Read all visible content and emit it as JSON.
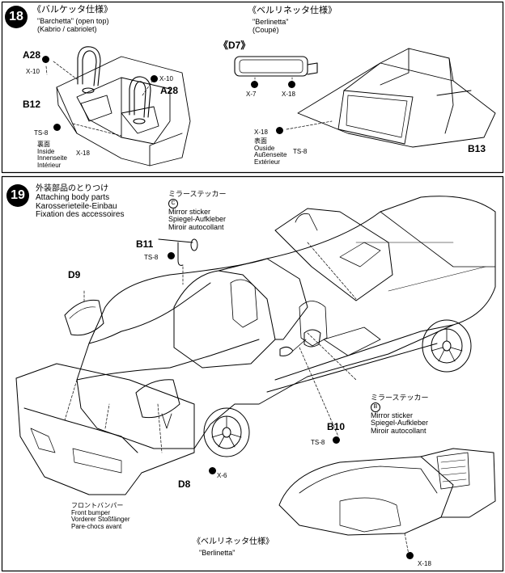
{
  "step18": {
    "number": "18",
    "barchetta": {
      "jp": "《バルケッタ仕様》",
      "en": "\"Barchetta\" (open top)",
      "de": "(Kabrio / cabriolet)"
    },
    "berlinetta": {
      "jp": "《ベルリネッタ仕様》",
      "en": "\"Berlinetta\"",
      "de": "(Coupé)"
    },
    "labels": {
      "a28_left": "A28",
      "x10_left": "X-10",
      "x10_right": "X-10",
      "a28_right": "A28",
      "b12": "B12",
      "ts8_left": "TS-8",
      "x18_left": "X-18",
      "d7": "《D7》",
      "x7": "X-7",
      "x18_mid": "X-18",
      "x18_right": "X-18",
      "ts8_right": "TS-8",
      "b13": "B13"
    },
    "inside_left": [
      "裏面",
      "Inside",
      "Innenseite",
      "Intérieur"
    ],
    "outside_right": [
      "表面",
      "Ouside",
      "Außenseite",
      "Extérieur"
    ]
  },
  "step19": {
    "number": "19",
    "title": [
      "外装部品のとりつけ",
      "Attaching body parts",
      "Karosserieteile-Einbau",
      "Fixation des accessoires"
    ],
    "mirror_c": [
      "ミラーステッカー",
      "Mirror sticker",
      "Spiegel-Aufkleber",
      "Miroir autocollant"
    ],
    "mirror_c_badge": "C",
    "mirror_b": [
      "ミラーステッカー",
      "Mirror sticker",
      "Spiegel-Aufkleber",
      "Miroir autocollant"
    ],
    "mirror_b_badge": "B",
    "labels": {
      "b11": "B11",
      "ts8_a": "TS-8",
      "d9": "D9",
      "b10": "B10",
      "ts8_b": "TS-8",
      "d8": "D8",
      "x6": "X-6",
      "x18": "X-18"
    },
    "front_bumper": [
      "フロントバンパー",
      "Front bumper",
      "Vorderer Stoßfänger",
      "Pare-chocs avant"
    ],
    "berlinetta_caption": {
      "jp": "《ベルリネッタ仕様》",
      "en": "\"Berlinetta\""
    }
  }
}
